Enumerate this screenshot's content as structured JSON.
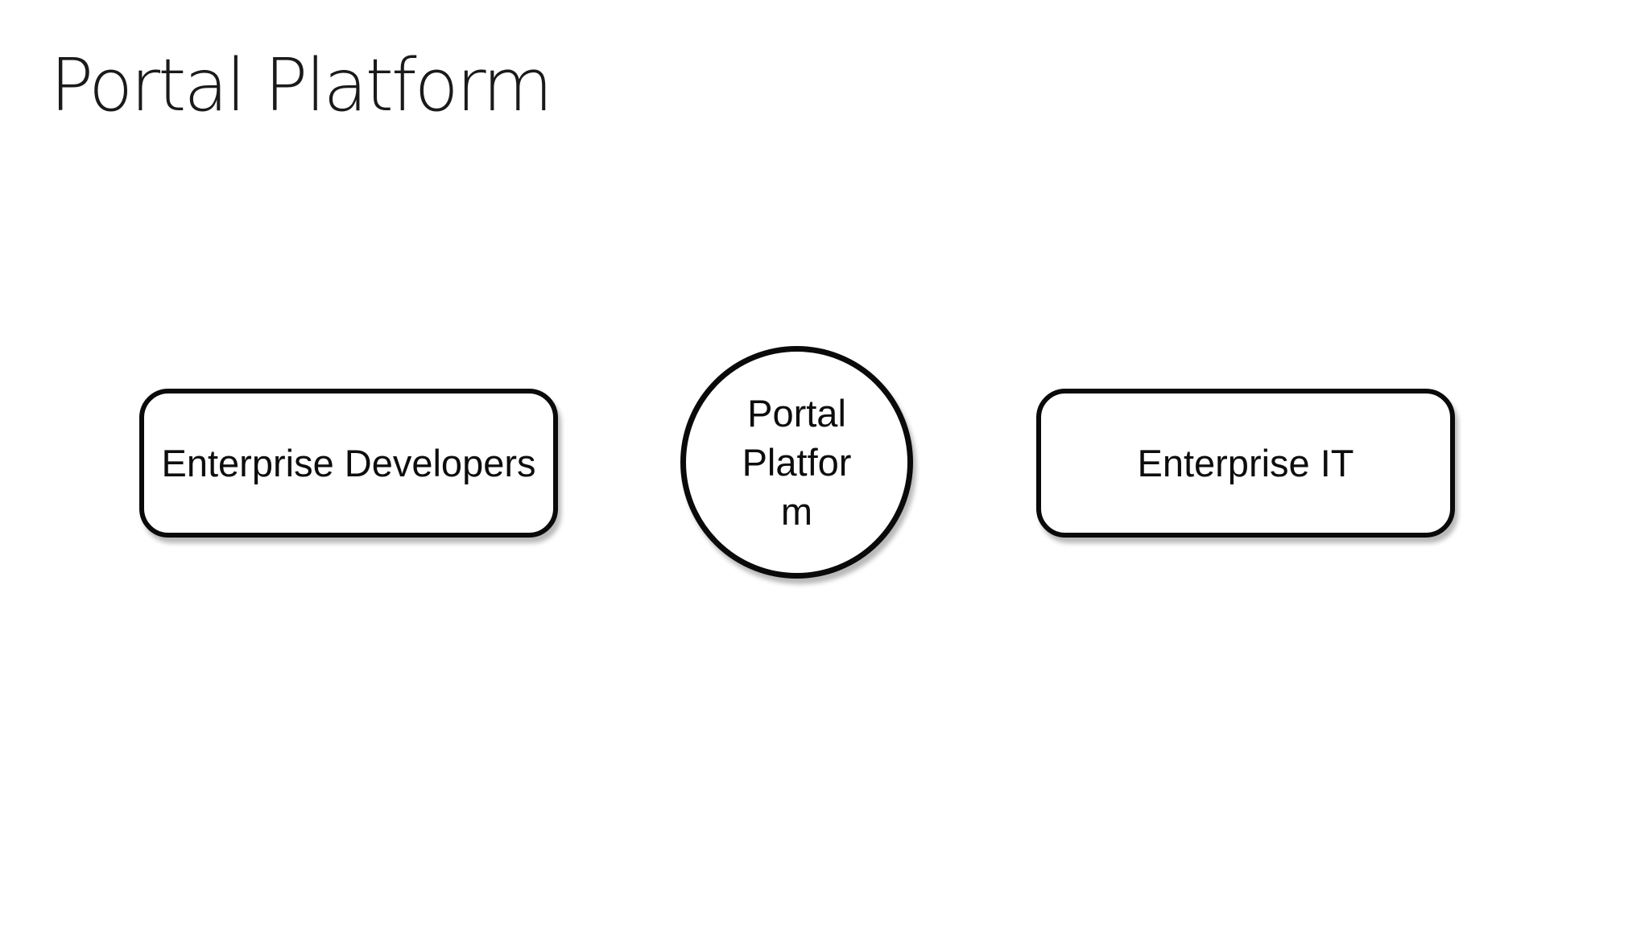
{
  "slide": {
    "title": "Portal Platform",
    "shapes": [
      {
        "type": "rounded-rectangle",
        "label": "Enterprise Developers"
      },
      {
        "type": "circle",
        "lines": [
          "Portal",
          "Platfor",
          "m"
        ]
      },
      {
        "type": "rounded-rectangle",
        "label": "Enterprise IT"
      }
    ],
    "colors": {
      "background": "#ffffff",
      "shape_fill": "#ffffff",
      "shape_border": "#0a0a0a",
      "text": "#0d0d0d",
      "title_text": "#1a1a1a",
      "shadow": "#b8b8b8"
    }
  }
}
